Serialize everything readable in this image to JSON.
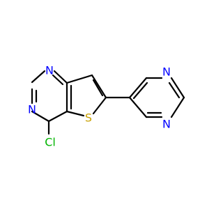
{
  "molecule": {
    "atoms": {
      "n_top": "N",
      "n_left": "N",
      "cl": "Cl",
      "s": "S",
      "n_py_top": "N",
      "n_py_bottom": "N"
    },
    "colors": {
      "nitrogen": "#0000ff",
      "sulfur": "#c8a000",
      "chlorine": "#00b400",
      "bond": "#000000"
    }
  }
}
